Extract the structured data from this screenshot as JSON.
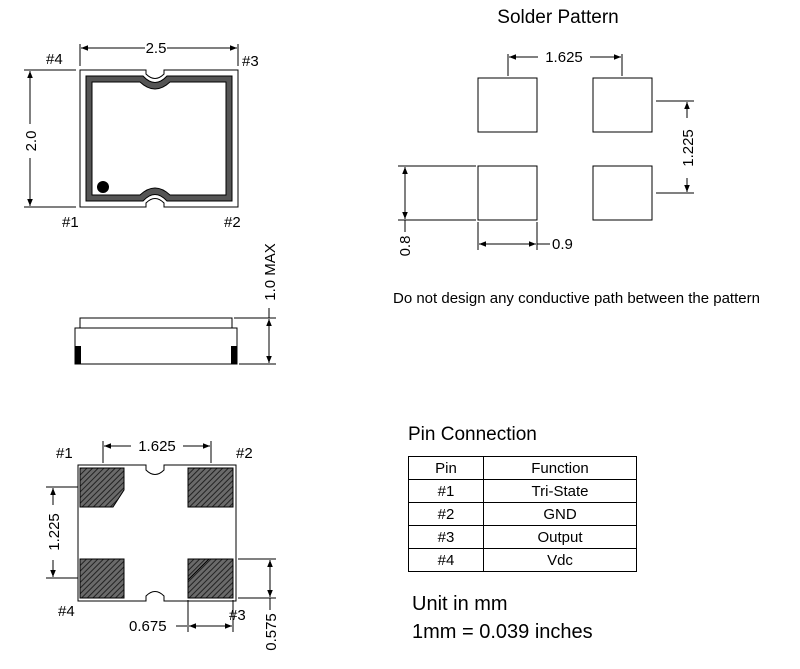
{
  "top_view": {
    "width_label": "2.5",
    "height_label": "2.0",
    "pins": {
      "p1": "#1",
      "p2": "#2",
      "p3": "#3",
      "p4": "#4"
    }
  },
  "side_view": {
    "height_label": "1.0 MAX"
  },
  "solder_pattern": {
    "title": "Solder Pattern",
    "h_pitch_label": "1.625",
    "v_pitch_label": "1.225",
    "pad_height_label": "0.8",
    "pad_width_label": "0.9",
    "note": "Do not design any conductive path between the pattern"
  },
  "bottom_view": {
    "h_pitch_label": "1.625",
    "v_pitch_label": "1.225",
    "pad_width_label": "0.675",
    "pad_height_label": "0.575",
    "pins": {
      "p1": "#1",
      "p2": "#2",
      "p3": "#3",
      "p4": "#4"
    }
  },
  "pin_connection": {
    "title": "Pin Connection",
    "headers": {
      "pin": "Pin",
      "function": "Function"
    },
    "rows": [
      {
        "pin": "#1",
        "function": "Tri-State"
      },
      {
        "pin": "#2",
        "function": "GND"
      },
      {
        "pin": "#3",
        "function": "Output"
      },
      {
        "pin": "#4",
        "function": "Vdc"
      }
    ]
  },
  "units": {
    "line1": "Unit in mm",
    "line2": "1mm = 0.039 inches"
  }
}
